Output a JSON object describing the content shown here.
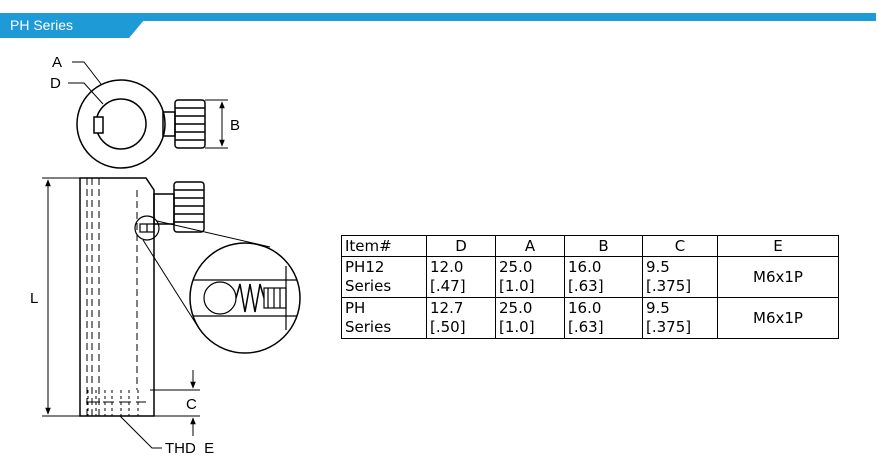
{
  "header": {
    "title": "PH Series"
  },
  "drawing": {
    "labels": {
      "A": "A",
      "D": "D",
      "B": "B",
      "L": "L",
      "C": "C",
      "thd": "THD  E"
    }
  },
  "table": {
    "headers": [
      "Item#",
      "D",
      "A",
      "B",
      "C",
      "E"
    ],
    "rows": [
      {
        "item": "PH12\nSeries",
        "d": "12.0\n[.47]",
        "a": "25.0\n[1.0]",
        "b": "16.0\n[.63]",
        "c": "9.5\n[.375]",
        "e": "M6x1P"
      },
      {
        "item": "PH\nSeries",
        "d": "12.7\n[.50]",
        "a": "25.0\n[1.0]",
        "b": "16.0\n[.63]",
        "c": "9.5\n[.375]",
        "e": "M6x1P"
      }
    ]
  },
  "colors": {
    "accent": "#1e9ad6",
    "line": "#000000"
  }
}
